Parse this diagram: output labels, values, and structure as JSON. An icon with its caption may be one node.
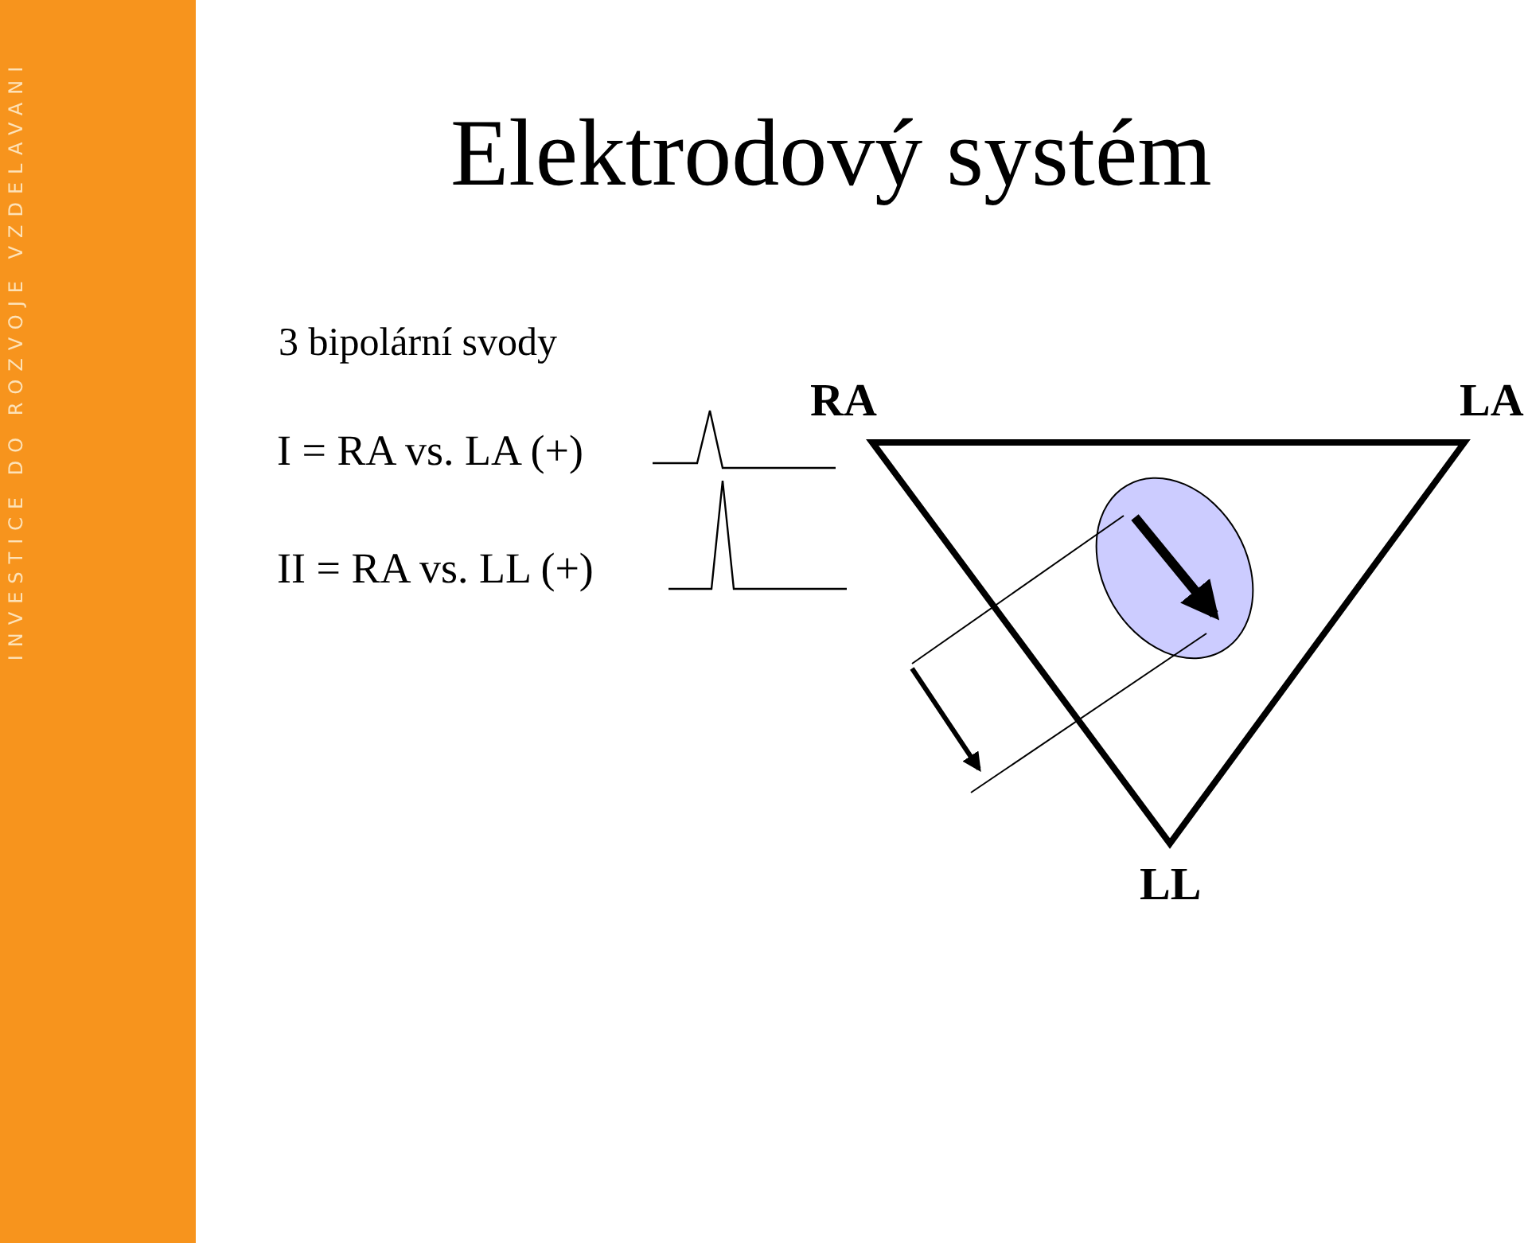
{
  "diagram": {
    "title": "Elektrodový systém",
    "labels": [
      "INVESTICE DO ROZVOJE VZDELAVANI",
      "3 bipolární svody",
      "I = RA vs. LA (+)",
      "II = RA vs. LL (+)",
      "RA",
      "LA",
      "LL"
    ]
  }
}
